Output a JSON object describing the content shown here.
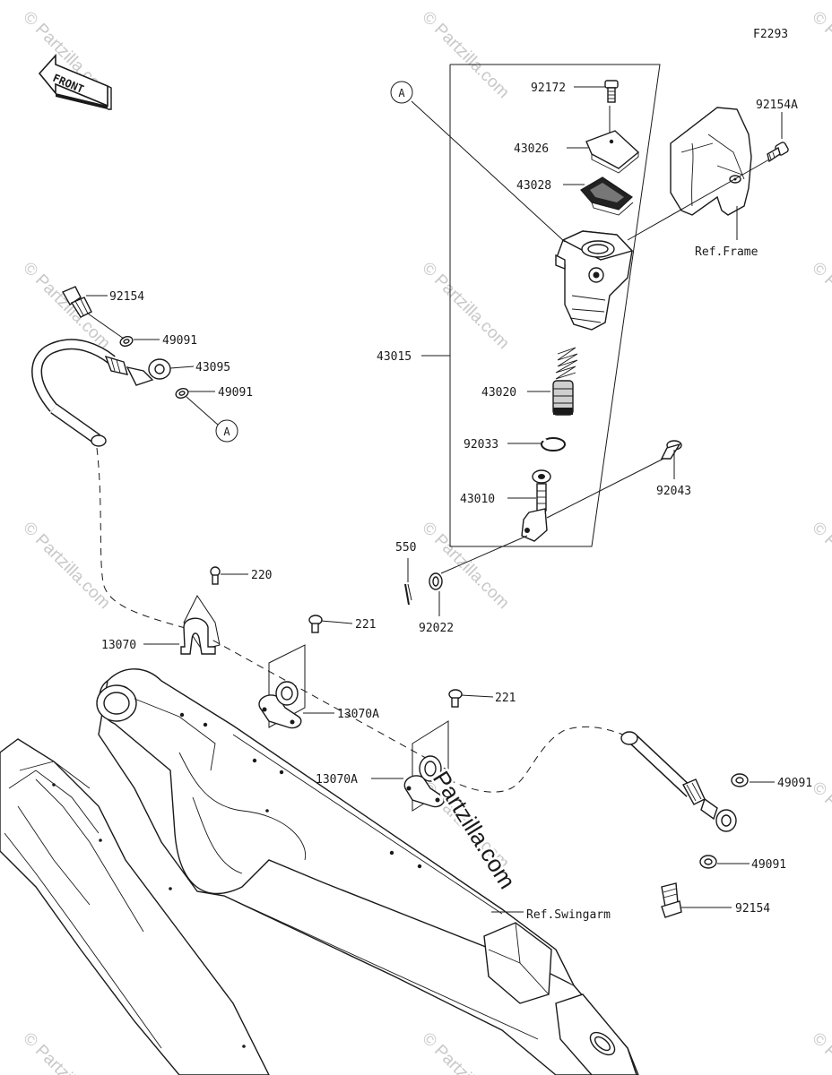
{
  "diagram_code": "F2293",
  "front_label": "FRONT",
  "callout_a": "A",
  "watermark_text": "© Partzilla.com",
  "watermark_main": "Partzilla.com",
  "refs": {
    "frame": "Ref.Frame",
    "swingarm": "Ref.Swingarm"
  },
  "parts": {
    "p92172": "92172",
    "p43026": "43026",
    "p43028": "43028",
    "p92154A": "92154A",
    "p43015": "43015",
    "p43020": "43020",
    "p92033": "92033",
    "p43010": "43010",
    "p92043": "92043",
    "p550": "550",
    "p92022": "92022",
    "p92154_top": "92154",
    "p49091_top1": "49091",
    "p43095": "43095",
    "p49091_top2": "49091",
    "p220": "220",
    "p13070": "13070",
    "p221_a": "221",
    "p13070A_a": "13070A",
    "p221_b": "221",
    "p13070A_b": "13070A",
    "p49091_r1": "49091",
    "p49091_r2": "49091",
    "p92154_r": "92154"
  }
}
